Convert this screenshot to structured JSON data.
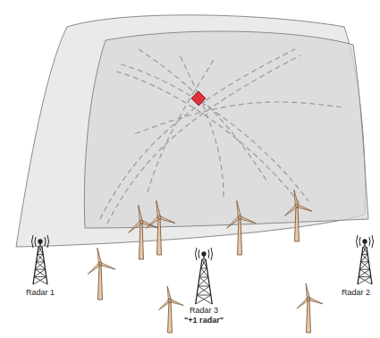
{
  "diagram": {
    "labels": [
      "Radar 1",
      "Radar 3",
      "\"+1 radar\"",
      "Radar 2"
    ]
  }
}
